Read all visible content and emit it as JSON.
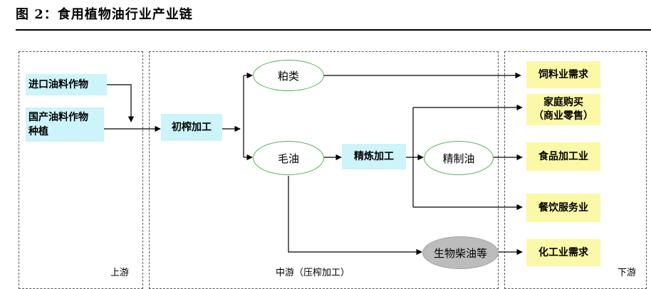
{
  "figure": {
    "title": "图 2：食用植物油行业产业链"
  },
  "panels": {
    "upstream": "上游",
    "midstream": "中游（压榨加工）",
    "downstream": "下游"
  },
  "upstream": {
    "imported": "进口油料作物",
    "domestic_line1": "国产油料作物",
    "domestic_line2": "种植"
  },
  "midstream": {
    "primary": "初榨加工",
    "meal": "粕类",
    "crude": "毛油",
    "refining": "精炼加工",
    "refined": "精制油",
    "biodiesel": "生物柴油等"
  },
  "downstream": {
    "feed": "饲料业需求",
    "household_line1": "家庭购买",
    "household_line2": "（商业零售）",
    "food": "食品加工业",
    "catering": "餐饮服务业",
    "chemical": "化工业需求"
  },
  "colors": {
    "process_box": "#cdf3fb",
    "demand_box": "#fbf8a8",
    "ellipse_border": "#55b055",
    "biodiesel_fill": "#bcbcbc"
  }
}
